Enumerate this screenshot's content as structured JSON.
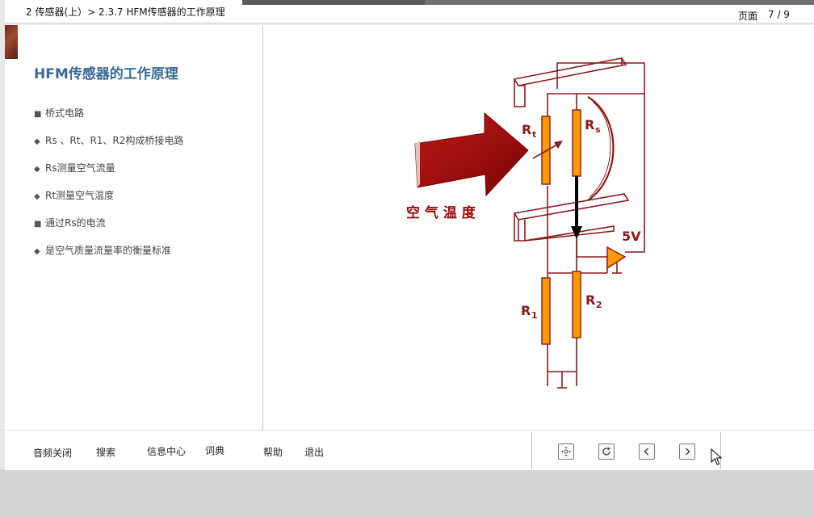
{
  "header": {
    "breadcrumb": "2 传感器(上）> 2.3.7 HFM传感器的工作原理",
    "page_label": "页面",
    "page_number": "7 / 9"
  },
  "slide": {
    "title": "HFM传感器的工作原理",
    "bullets": [
      {
        "marker": "■",
        "text": "桥式电路"
      },
      {
        "marker": "◆",
        "text": "Rs 、Rt、R1、R2构成桥接电路"
      },
      {
        "marker": "◆",
        "text": "Rs测量空气流量"
      },
      {
        "marker": "◆",
        "text": "Rt测量空气温度"
      },
      {
        "marker": "■",
        "text": "通过Rs的电流"
      },
      {
        "marker": "◆",
        "text": "是空气质量流量率的衡量标准"
      }
    ]
  },
  "diagram": {
    "air_label": "空 气 温 度",
    "voltage": "5V",
    "rt_main": "R",
    "rt_sub": "t",
    "rs_main": "R",
    "rs_sub": "s",
    "r1_main": "R",
    "r1_sub": "1",
    "r2_main": "R",
    "r2_sub": "2",
    "colors": {
      "line": "#8b1a1a",
      "resistor": "#ff9900",
      "arrow": "#9a0a0a"
    }
  },
  "footer": {
    "menu": {
      "audio_off": "音频关闭",
      "search": "搜索",
      "info_center": "信息中心",
      "dictionary": "词典",
      "help": "帮助",
      "exit": "退出"
    },
    "nav_icons": [
      "fit-screen-icon",
      "refresh-icon",
      "chevron-left-icon",
      "chevron-right-icon"
    ]
  }
}
